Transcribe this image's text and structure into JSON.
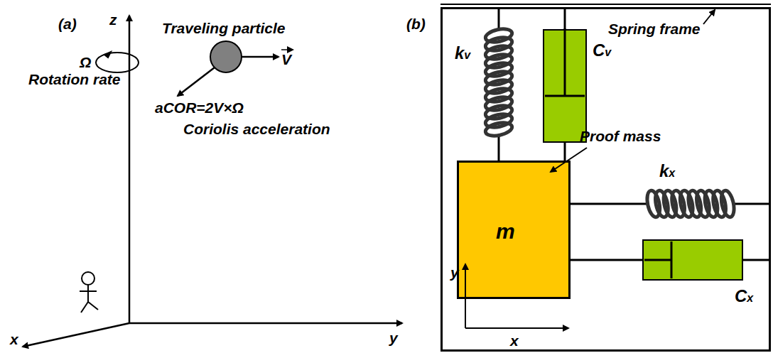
{
  "diagram": {
    "nodes": [
      {
        "text": [
          "Spring frame"
        ]
      },
      {
        "text": [
          "m"
        ],
        "in": 0
      }
    ],
    "labels": [
      "(a)",
      "z",
      "Ω",
      "Rotation rate",
      "Traveling particle",
      "V",
      "aCOR=2V×Ω",
      "Coriolis acceleration",
      "y",
      "x",
      "(b)",
      "kv",
      "Cv",
      "Proof mass",
      "kx",
      "Cx",
      "y",
      "x"
    ]
  }
}
